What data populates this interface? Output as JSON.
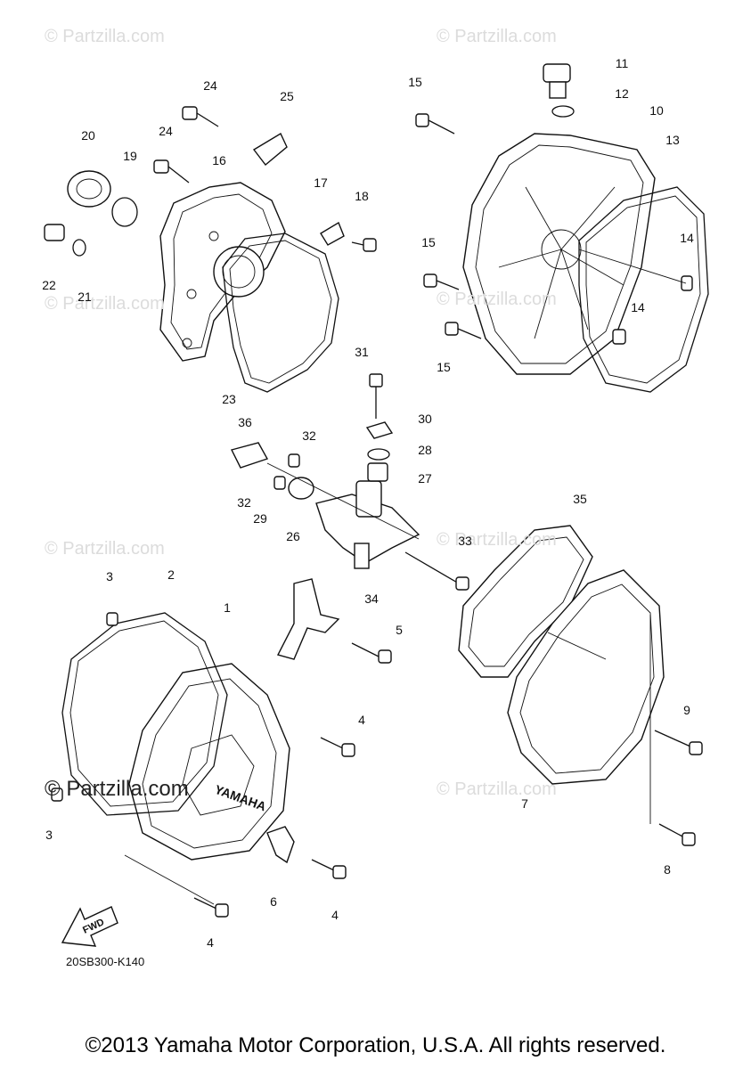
{
  "watermark": "© Partzilla.com",
  "watermark_strong": "© Partzilla.com",
  "diagram_code": "20SB300-K140",
  "fwd_label": "FWD",
  "logo_text": "YAMAHA",
  "copyright": "©2013 Yamaha Motor Corporation, U.S.A. All rights reserved.",
  "callouts": [
    "1",
    "2",
    "3",
    "3",
    "4",
    "4",
    "4",
    "4",
    "5",
    "6",
    "7",
    "8",
    "9",
    "10",
    "11",
    "12",
    "13",
    "14",
    "14",
    "15",
    "15",
    "15",
    "15",
    "16",
    "17",
    "18",
    "19",
    "20",
    "21",
    "22",
    "23",
    "24",
    "24",
    "25",
    "26",
    "27",
    "28",
    "29",
    "30",
    "31",
    "32",
    "32",
    "33",
    "34",
    "35",
    "36"
  ]
}
